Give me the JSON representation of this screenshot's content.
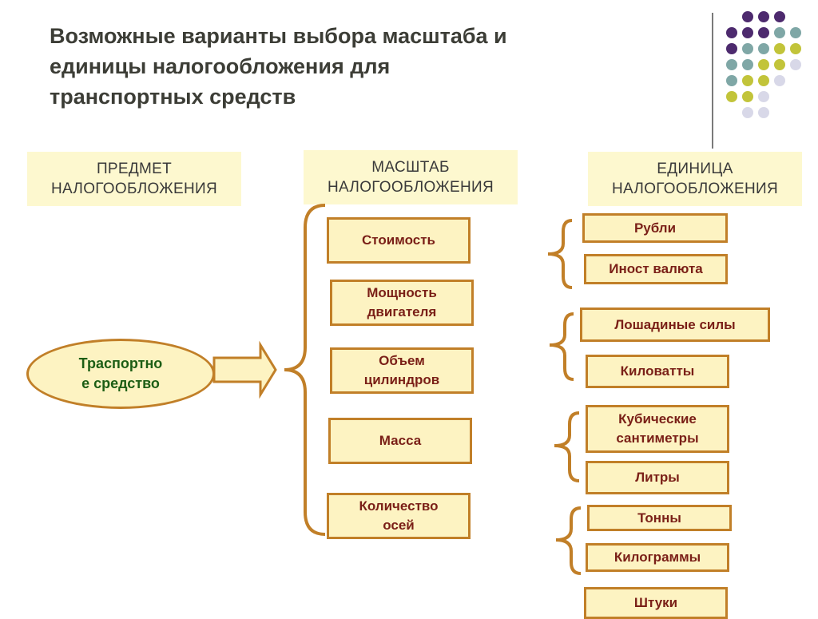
{
  "title_lines": [
    "Возможные варианты выбора масштаба и",
    "единицы налогообложения для",
    "транспортных средств"
  ],
  "headers": {
    "subject": [
      "ПРЕДМЕТ",
      "НАЛОГООБЛОЖЕНИЯ"
    ],
    "scale": [
      "МАСШТАБ",
      "НАЛОГООБЛОЖЕНИЯ"
    ],
    "unit": [
      "ЕДИНИЦА",
      "НАЛОГООБЛОЖЕНИЯ"
    ]
  },
  "subject_item": [
    "Траспортно",
    "е средство"
  ],
  "scales": [
    {
      "lines": [
        "Стоимость"
      ]
    },
    {
      "lines": [
        "Мощность",
        "двигателя"
      ]
    },
    {
      "lines": [
        "Объем",
        "цилиндров"
      ]
    },
    {
      "lines": [
        "Масса"
      ]
    },
    {
      "lines": [
        "Количество",
        "осей"
      ]
    }
  ],
  "units": [
    {
      "lines": [
        "Рубли"
      ]
    },
    {
      "lines": [
        "Иност валюта"
      ]
    },
    {
      "lines": [
        "Лошадиные силы"
      ]
    },
    {
      "lines": [
        "Киловатты"
      ]
    },
    {
      "lines": [
        "Кубические",
        "сантиметры"
      ]
    },
    {
      "lines": [
        "Литры"
      ]
    },
    {
      "lines": [
        "Тонны"
      ]
    },
    {
      "lines": [
        "Килограммы"
      ]
    },
    {
      "lines": [
        "Штуки"
      ]
    }
  ],
  "colors": {
    "box_fill": "#fdf3c2",
    "box_border": "#c17f28",
    "box_text": "#7a1f17",
    "header_fill": "#fdf8cf",
    "title_text": "#3c3d36",
    "ellipse_text": "#1d5e15",
    "dot_purple": "#4d2a6e",
    "dot_teal": "#7fa7a6",
    "dot_olive": "#c2c43a",
    "dot_lavender": "#d8d8e8"
  }
}
